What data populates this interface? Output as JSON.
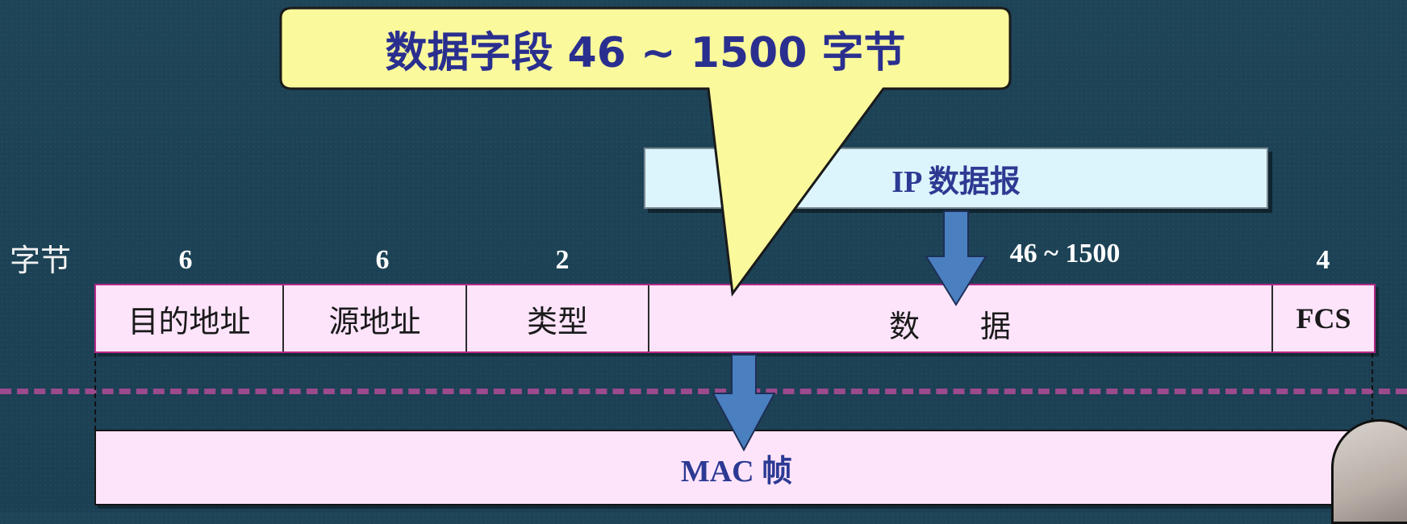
{
  "callout": {
    "text": "数据字段 46 ~ 1500 字节"
  },
  "ip_datagram": {
    "label": "IP 数据报"
  },
  "bytes_label": "字节",
  "fields": [
    {
      "size": "6",
      "label": "目的地址"
    },
    {
      "size": "6",
      "label": "源地址"
    },
    {
      "size": "2",
      "label": "类型"
    },
    {
      "size": "46 ~ 1500",
      "label_parts": [
        "数",
        "据"
      ]
    },
    {
      "size": "4",
      "label": "FCS"
    }
  ],
  "mac_frame": {
    "label": "MAC 帧"
  },
  "colors": {
    "background": "#1d4155",
    "frame_fill": "#fde4fb",
    "frame_border": "#b52a8a",
    "ip_fill": "#dcf4fb",
    "callout_fill": "#fafa9c",
    "arrow": "#4a7fc0",
    "dashed_line": "#9c4a8e",
    "label_blue": "#2c3a93"
  },
  "icons": [
    "down-arrow-icon",
    "down-arrow-icon"
  ]
}
